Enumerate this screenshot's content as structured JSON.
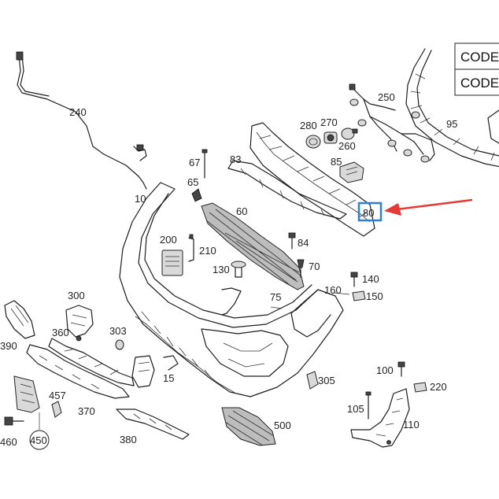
{
  "diagram": {
    "code_table": {
      "rows": [
        "CODE",
        "CODE"
      ]
    },
    "labels": {
      "p240": "240",
      "p250": "250",
      "p95": "95",
      "p280": "280",
      "p270": "270",
      "p260": "260",
      "p85": "85",
      "p67": "67",
      "p83": "83",
      "p65": "65",
      "p10": "10",
      "p60": "60",
      "p80": "80",
      "p200": "200",
      "p210": "210",
      "p84": "84",
      "p70": "70",
      "p130": "130",
      "p140": "140",
      "p160": "160",
      "p150": "150",
      "p75": "75",
      "p300": "300",
      "p303": "303",
      "p390": "390",
      "p360": "360",
      "p15": "15",
      "p305": "305",
      "p100": "100",
      "p220": "220",
      "p457": "457",
      "p370": "370",
      "p105": "105",
      "p110": "110",
      "p500": "500",
      "p460": "460",
      "p450": "450",
      "p380": "380"
    },
    "highlight": {
      "target_label": "80",
      "box_color": "#2f7fd8",
      "arrow_color": "#e53935"
    }
  }
}
